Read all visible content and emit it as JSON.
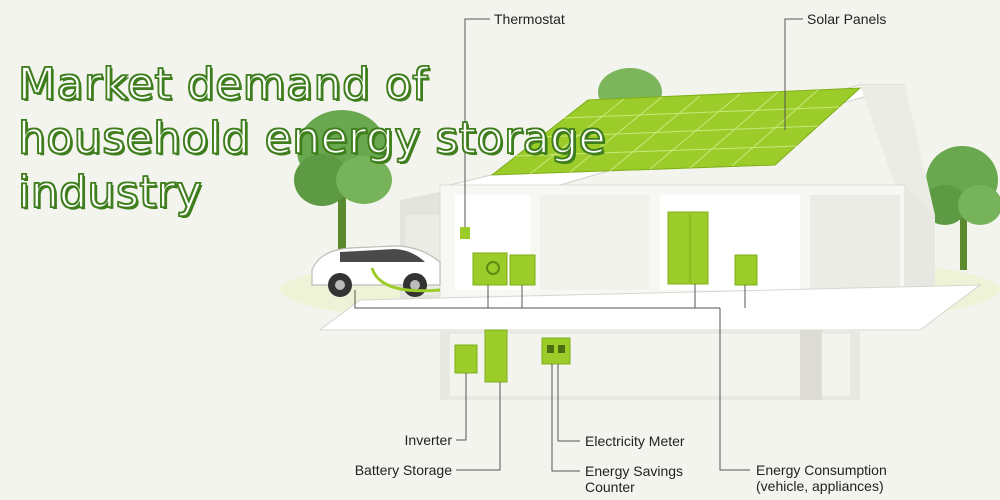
{
  "title": {
    "line1": "Market demand of",
    "line2": "household energy storage",
    "line3": "industry"
  },
  "labels": {
    "thermostat": "Thermostat",
    "solar_panels": "Solar Panels",
    "inverter": "Inverter",
    "battery_storage": "Battery Storage",
    "electricity_meter": "Electricity Meter",
    "energy_savings_line1": "Energy Savings",
    "energy_savings_line2": "Counter",
    "energy_consumption_line1": "Energy Consumption",
    "energy_consumption_line2": "(vehicle, appliances)"
  },
  "colors": {
    "accent_green": "#9ccc2a",
    "dark_green": "#3f7e1d",
    "tree_green": "#6aa84f",
    "wall": "#ffffff",
    "shadow": "#d9d9d2",
    "line": "#555555"
  }
}
